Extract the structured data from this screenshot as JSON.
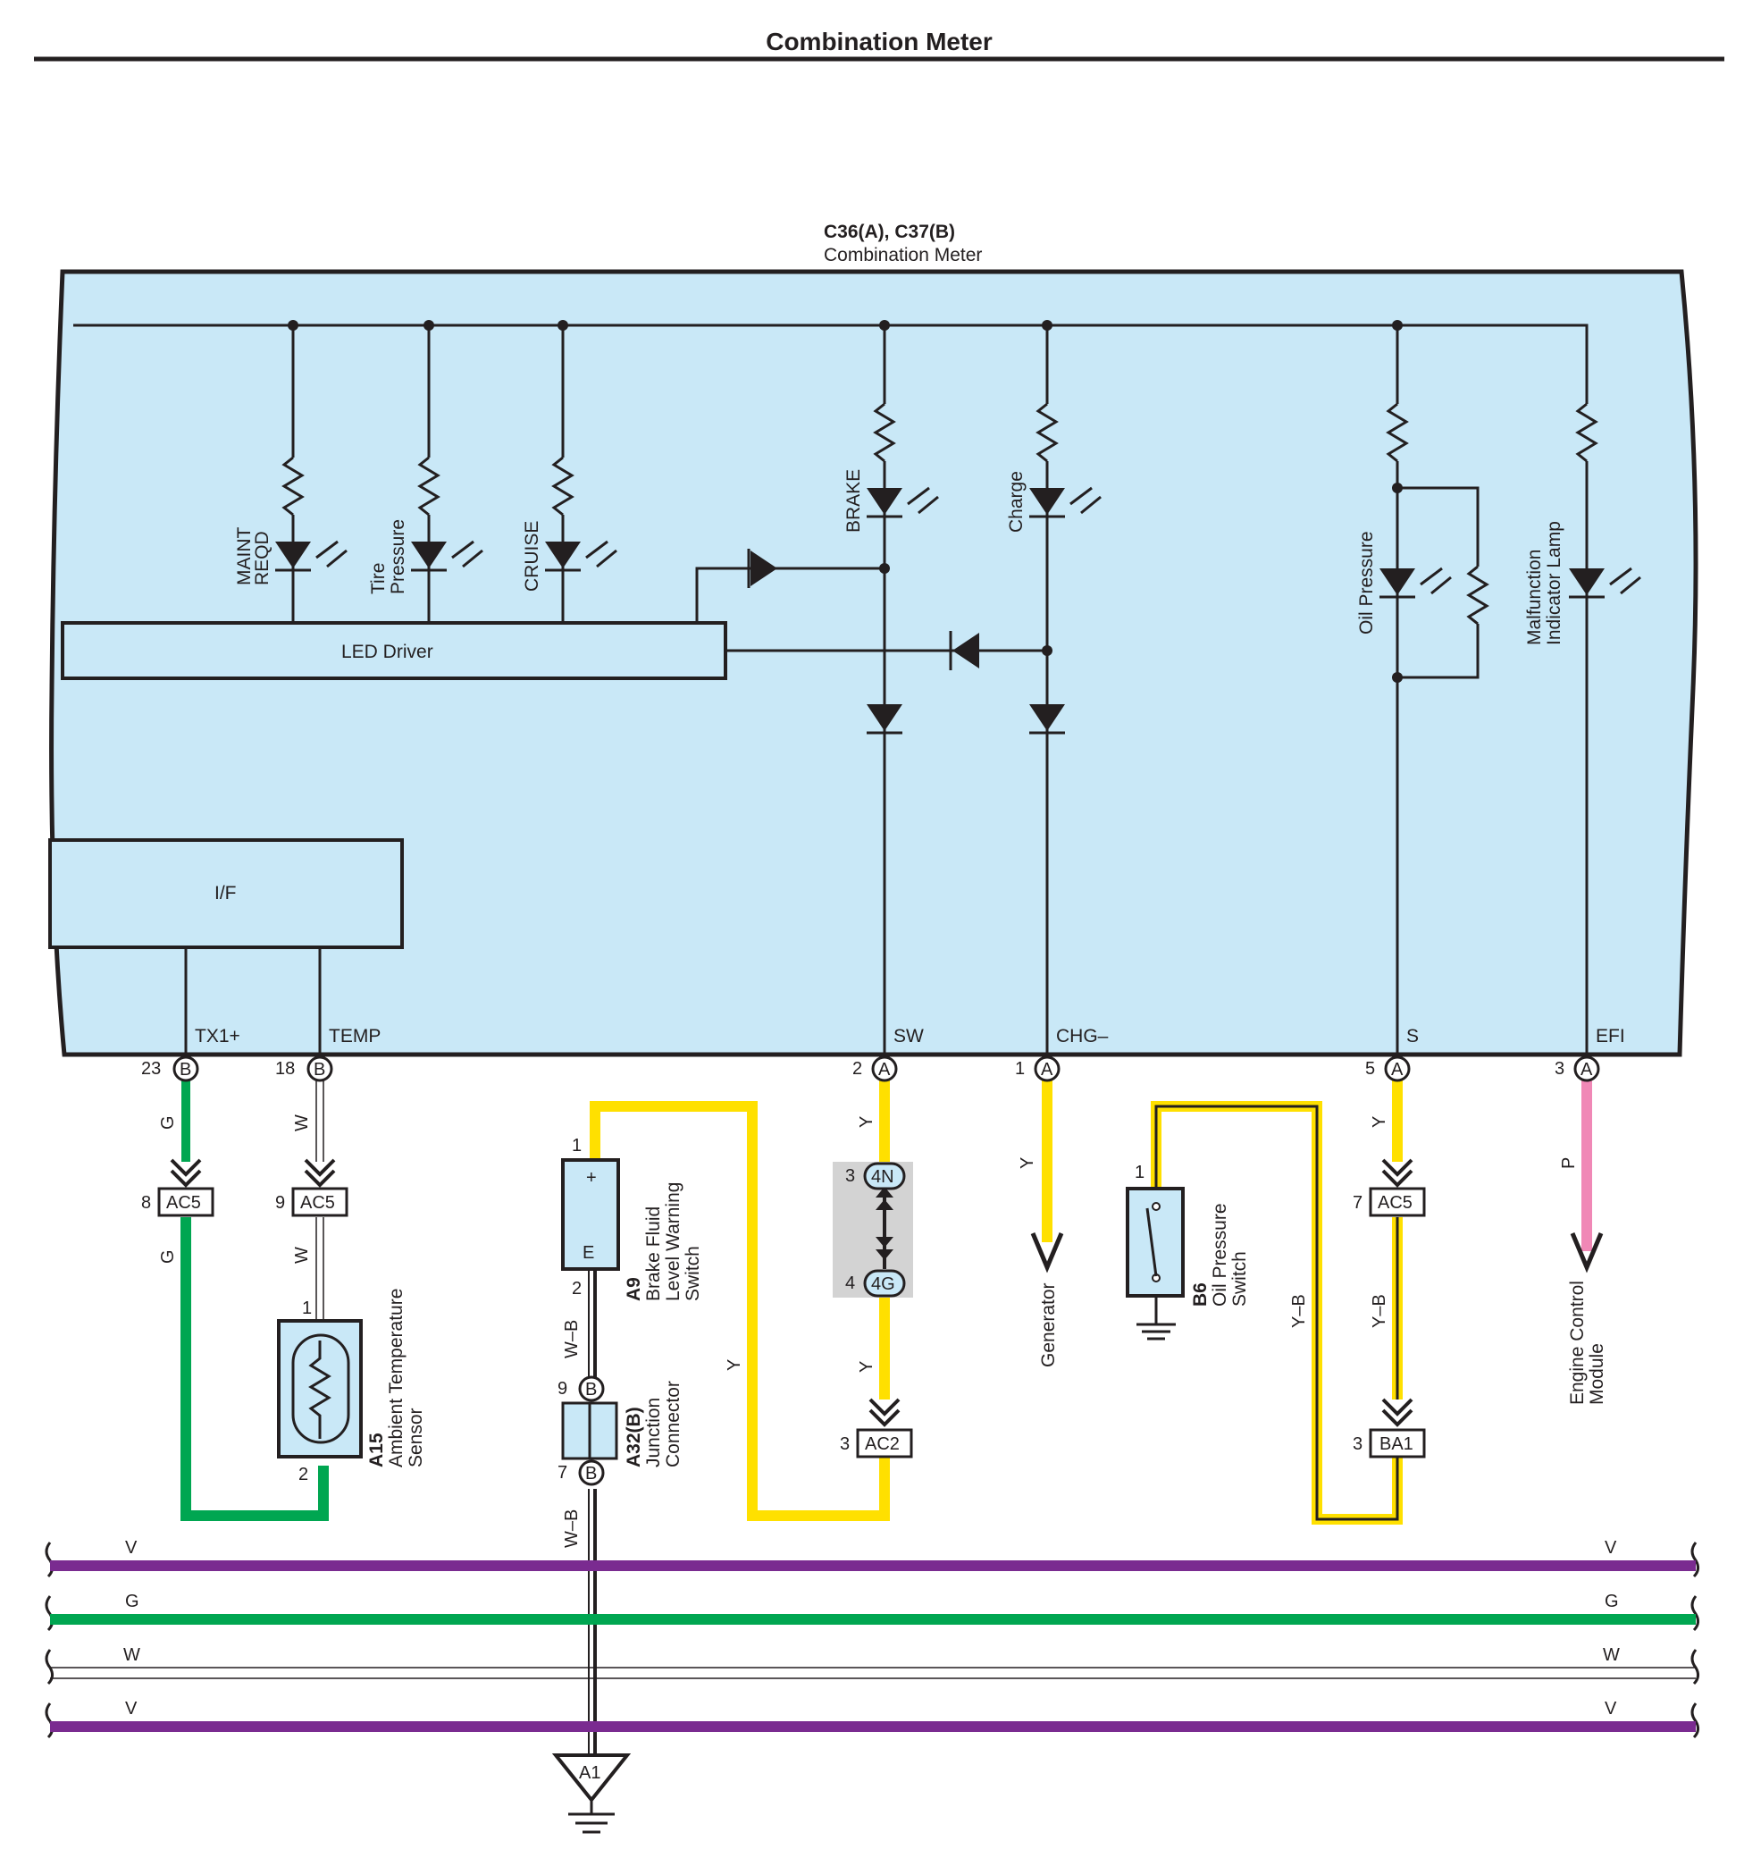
{
  "page_title": "Combination Meter",
  "meter": {
    "connector_ids": "C36(A), C37(B)",
    "name": "Combination Meter",
    "led_driver": "LED Driver",
    "interface": "I/F",
    "lamps": {
      "maint_reqd": [
        "MAINT",
        "REQD"
      ],
      "tire_pressure": [
        "Tire",
        "Pressure"
      ],
      "cruise": "CRUISE",
      "brake": "BRAKE",
      "charge": "Charge",
      "oil_pressure": "Oil Pressure",
      "malfunction": [
        "Malfunction",
        "Indicator Lamp"
      ]
    },
    "terminals": [
      {
        "name": "TX1+",
        "pin": "23",
        "conn": "B",
        "wire": "G"
      },
      {
        "name": "TEMP",
        "pin": "18",
        "conn": "B",
        "wire": "W"
      },
      {
        "name": "SW",
        "pin": "2",
        "conn": "A",
        "wire": "Y"
      },
      {
        "name": "CHG–",
        "pin": "1",
        "conn": "A",
        "wire": "Y"
      },
      {
        "name": "S",
        "pin": "5",
        "conn": "A",
        "wire": "Y"
      },
      {
        "name": "EFI",
        "pin": "3",
        "conn": "A",
        "wire": "P"
      }
    ]
  },
  "connectors": {
    "ac5_g": {
      "pin": "8",
      "id": "AC5",
      "wire_below": "G"
    },
    "ac5_w": {
      "pin": "9",
      "id": "AC5",
      "wire_below": "W"
    },
    "ac5_s": {
      "pin": "7",
      "id": "AC5",
      "wire_below": "Y–B"
    },
    "ac2": {
      "pin": "3",
      "id": "AC2"
    },
    "ba1": {
      "pin": "3",
      "id": "BA1"
    },
    "n4": {
      "pin": "3",
      "id": "4N"
    },
    "g4": {
      "pin": "4",
      "id": "4G",
      "wire_below": "Y"
    }
  },
  "components": {
    "a15": {
      "id": "A15",
      "name": [
        "Ambient Temperature",
        "Sensor"
      ],
      "pin_top": "1",
      "pin_bottom": "2"
    },
    "a9": {
      "id": "A9",
      "name": [
        "Brake Fluid",
        "Level Warning",
        "Switch"
      ],
      "pin_top": "1",
      "pin_bottom": "2",
      "plus": "+",
      "e": "E",
      "wire_below": "W–B"
    },
    "a32": {
      "id": "A32(B)",
      "name": [
        "Junction",
        "Connector"
      ],
      "pin_top": "9",
      "pin_bottom": "7",
      "conn": "B",
      "wire_below": "W–B"
    },
    "b6": {
      "id": "B6",
      "name": [
        "Oil Pressure",
        "Switch"
      ],
      "pin": "1",
      "wire": "Y–B"
    },
    "generator": "Generator",
    "ecm": [
      "Engine Control",
      "Module"
    ],
    "ground": "A1",
    "brake_switch_wire": "Y"
  },
  "buses": [
    {
      "label": "V",
      "color": "#7a2b90"
    },
    {
      "label": "G",
      "color": "#00a651"
    },
    {
      "label": "W",
      "color": "#ffffff"
    },
    {
      "label": "V",
      "color": "#7a2b90"
    }
  ],
  "colors": {
    "meter_fill": "#c9e8f7",
    "yellow": "#ffe000",
    "green": "#00a651",
    "pink": "#f088b6",
    "violet": "#7a2b90",
    "outline": "#231f20",
    "splice_box": "#d3d3d3"
  }
}
